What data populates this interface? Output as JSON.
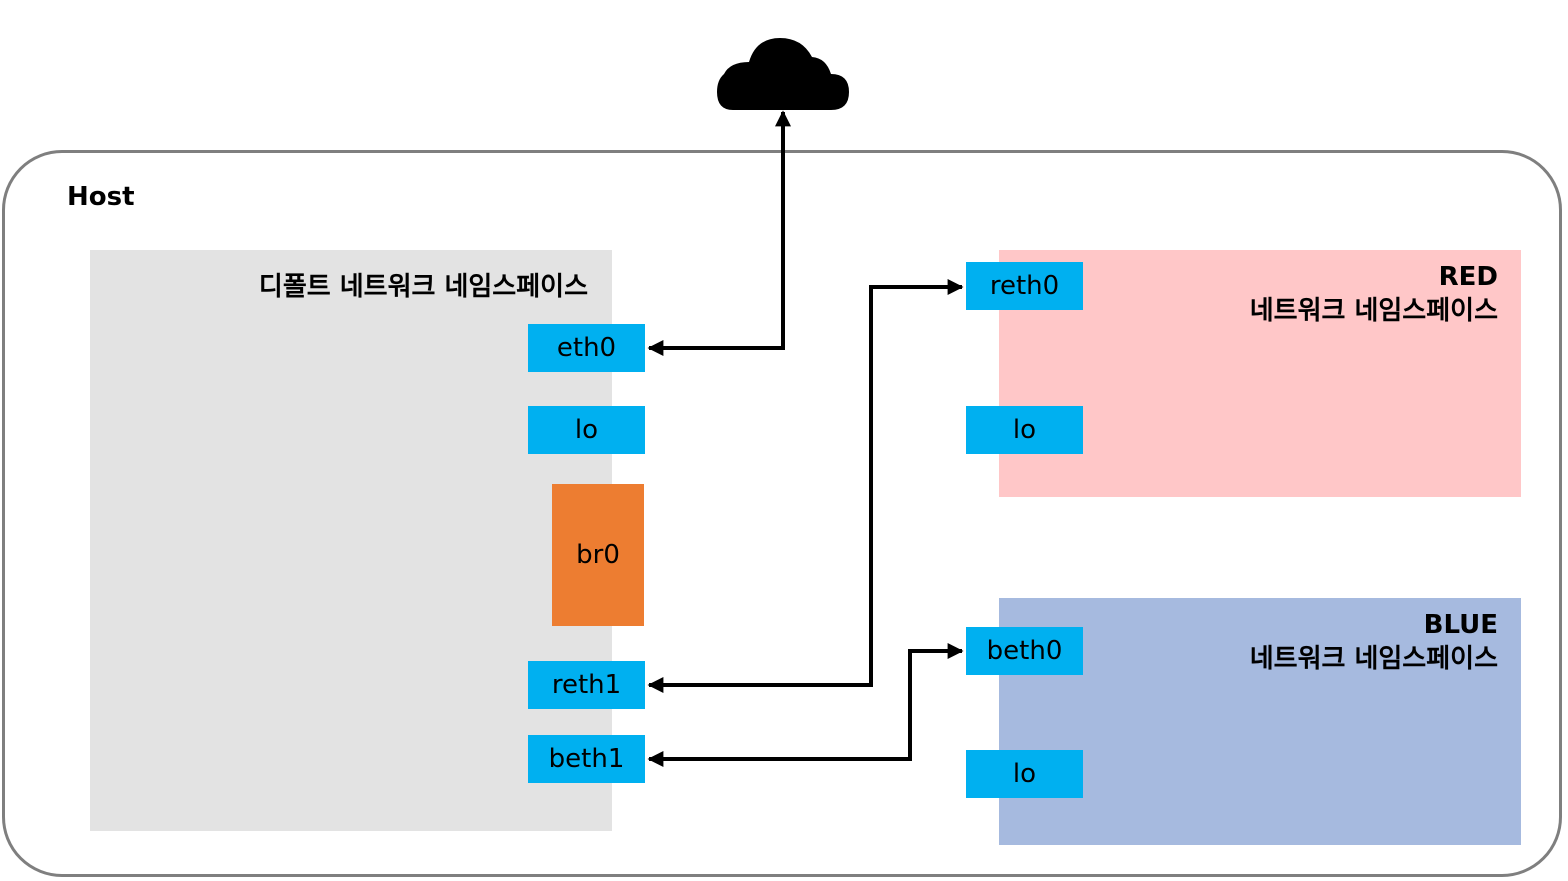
{
  "host": {
    "label": "Host"
  },
  "default_ns": {
    "title": "디폴트 네트워크 네임스페이스",
    "interfaces": {
      "eth0": "eth0",
      "lo": "lo",
      "br0": "br0",
      "reth1": "reth1",
      "beth1": "beth1"
    }
  },
  "red_ns": {
    "title_line1": "RED",
    "title_line2": "네트워크 네임스페이스",
    "interfaces": {
      "reth0": "reth0",
      "lo": "lo"
    }
  },
  "blue_ns": {
    "title_line1": "BLUE",
    "title_line2": "네트워크 네임스페이스",
    "interfaces": {
      "beth0": "beth0",
      "lo": "lo"
    }
  },
  "icons": {
    "internet": "cloud-icon"
  },
  "colors": {
    "host_border": "#7f7f7f",
    "default_ns_bg": "#e3e3e3",
    "red_ns_bg": "#ffc7c8",
    "blue_ns_bg": "#a6badf",
    "interface": "#00b0f0",
    "bridge": "#ed7d31"
  }
}
